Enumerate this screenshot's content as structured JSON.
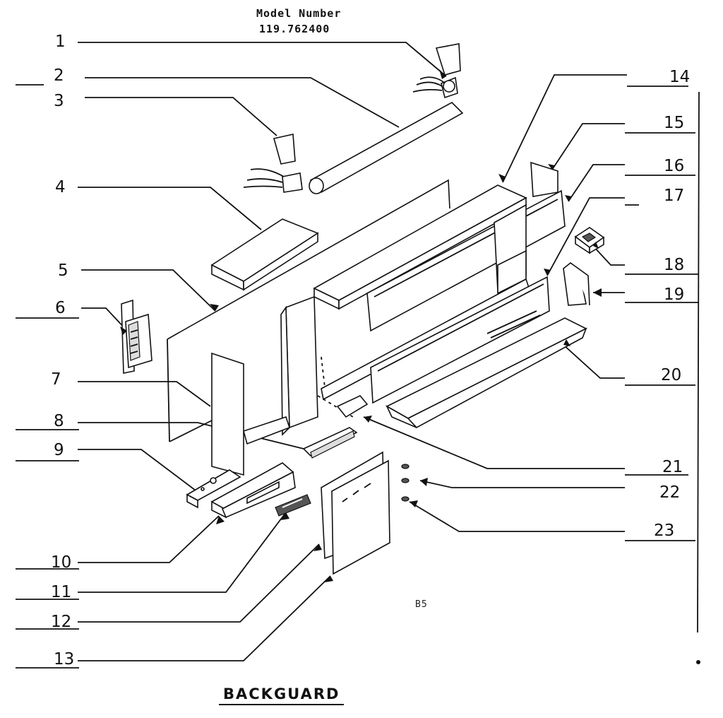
{
  "header": {
    "model_label": "Model Number",
    "model_number": "119.762400"
  },
  "callouts": {
    "n1": "1",
    "n2": "2",
    "n3": "3",
    "n4": "4",
    "n5": "5",
    "n6": "6",
    "n7": "7",
    "n8": "8",
    "n9": "9",
    "n10": "10",
    "n11": "11",
    "n12": "12",
    "n13": "13",
    "n14": "14",
    "n15": "15",
    "n16": "16",
    "n17": "17",
    "n18": "18",
    "n19": "19",
    "n20": "20",
    "n21": "21",
    "n22": "22",
    "n23": "23"
  },
  "page_code": "B5",
  "title": "BACKGUARD"
}
